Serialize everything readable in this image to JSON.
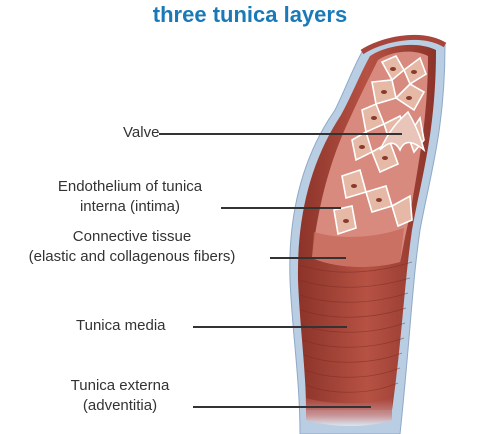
{
  "title": "three tunica layers",
  "labels": {
    "valve": "Valve",
    "endothelium_line1": "Endothelium of tunica",
    "endothelium_line2": "interna (intima)",
    "connective_line1": "Connective tissue",
    "connective_line2": "(elastic and collagenous fibers)",
    "media": "Tunica media",
    "externa_line1": "Tunica externa",
    "externa_line2": "(adventitia)"
  },
  "colors": {
    "title": "#1a7ab8",
    "externa": "#b9cde3",
    "media": "#a8453a",
    "intima": "#d98a7e",
    "endothelial_cells": "#e6b8a6",
    "text": "#333333"
  }
}
